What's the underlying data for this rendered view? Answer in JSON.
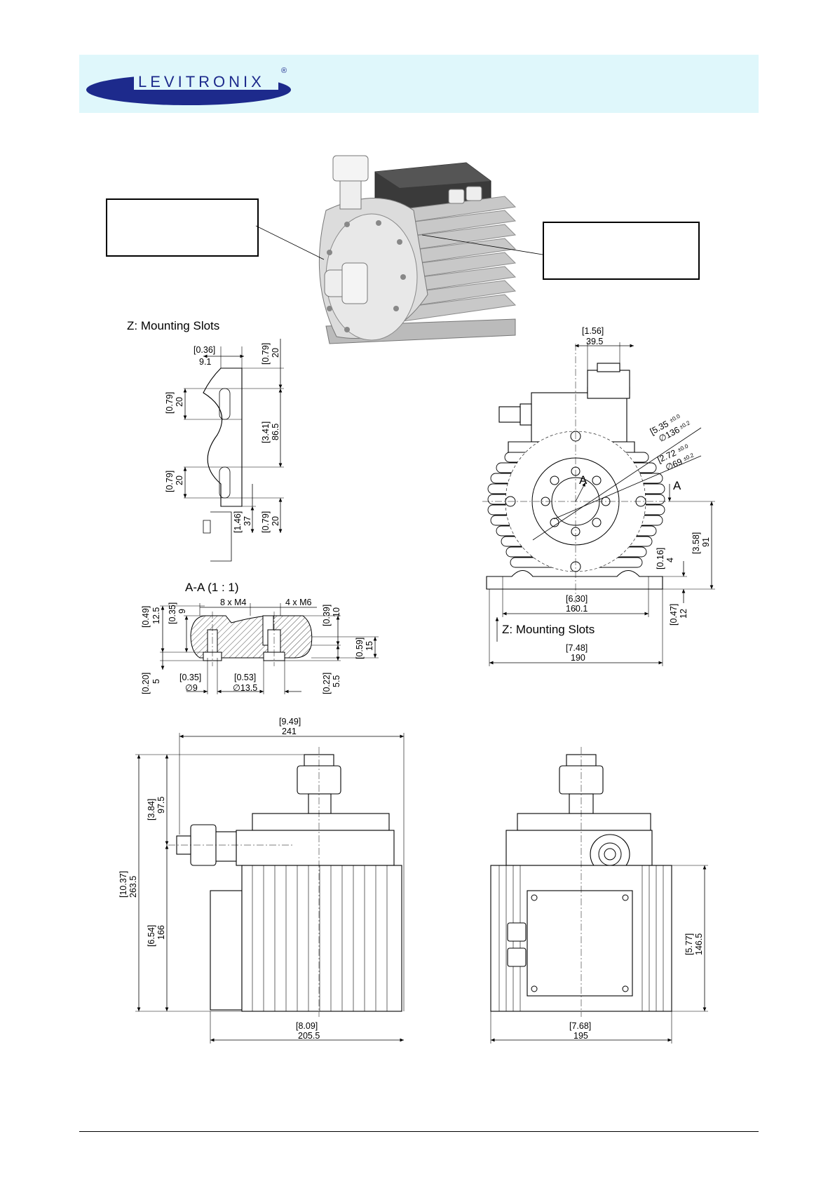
{
  "header": {
    "brand": "LEVITRONIX",
    "registered_mark": "®",
    "background": "#dff7fb",
    "logo_color": "#1d2a8c"
  },
  "callouts": {
    "left": "",
    "right": ""
  },
  "mounting_detail": {
    "title": "Z: Mounting Slots",
    "dims": [
      {
        "inch": "[0.36]",
        "mm": "9.1"
      },
      {
        "inch": "[0.79]",
        "mm": "20"
      },
      {
        "inch": "[0.79]",
        "mm": "20"
      },
      {
        "inch": "[3.41]",
        "mm": "86.5"
      },
      {
        "inch": "[0.79]",
        "mm": "20"
      },
      {
        "inch": "[1.46]",
        "mm": "37"
      },
      {
        "inch": "[0.79]",
        "mm": "20"
      }
    ]
  },
  "section": {
    "title": "A-A  (1 : 1)",
    "thread_1": "8 x M4",
    "thread_2": "4 x M6",
    "dims": [
      {
        "inch": "[0.49]",
        "mm": "12.5"
      },
      {
        "inch": "[0.35]",
        "mm": "9"
      },
      {
        "inch": "[0.39]",
        "mm": "10"
      },
      {
        "inch": "[0.59]",
        "mm": "15"
      },
      {
        "inch": "[0.20]",
        "mm": "5"
      },
      {
        "inch": "[0.35]",
        "mm": "∅9"
      },
      {
        "inch": "[0.53]",
        "mm": "∅13.5"
      },
      {
        "inch": "[0.22]",
        "mm": "5.5"
      }
    ]
  },
  "front_view": {
    "section_marker": "A",
    "dims": {
      "outlet": {
        "inch": "[1.56]",
        "mm": "39.5"
      },
      "bolt_circle_outer": {
        "inch": "[5.35",
        "tol_a": "±0.0",
        "mm": "∅136",
        "tol_b": "±0.2"
      },
      "bolt_circle_inner": {
        "inch": "[2.72",
        "tol_a": "±0.0",
        "mm": "∅69",
        "tol_b": "±0.2"
      },
      "axis_height": {
        "inch": "[3.58]",
        "mm": "91"
      },
      "foot_height": {
        "inch": "[0.16]",
        "mm": "4"
      },
      "foot_thickness": {
        "inch": "[0.47]",
        "mm": "12"
      },
      "slot_pitch": {
        "inch": "[6.30]",
        "mm": "160.1"
      },
      "base_width": {
        "inch": "[7.48]",
        "mm": "190"
      }
    },
    "mounting_label": "Z: Mounting Slots"
  },
  "side_view": {
    "dims": {
      "overall_length": {
        "inch": "[9.49]",
        "mm": "241"
      },
      "overall_height": {
        "inch": "[10.37]",
        "mm": "263.5"
      },
      "inlet_height": {
        "inch": "[3.84]",
        "mm": "97.5"
      },
      "body_height": {
        "inch": "[6.54]",
        "mm": "166"
      },
      "body_length": {
        "inch": "[8.09]",
        "mm": "205.5"
      }
    }
  },
  "rear_view": {
    "dims": {
      "height": {
        "inch": "[5.77]",
        "mm": "146.5"
      },
      "width": {
        "inch": "[7.68]",
        "mm": "195"
      }
    }
  }
}
